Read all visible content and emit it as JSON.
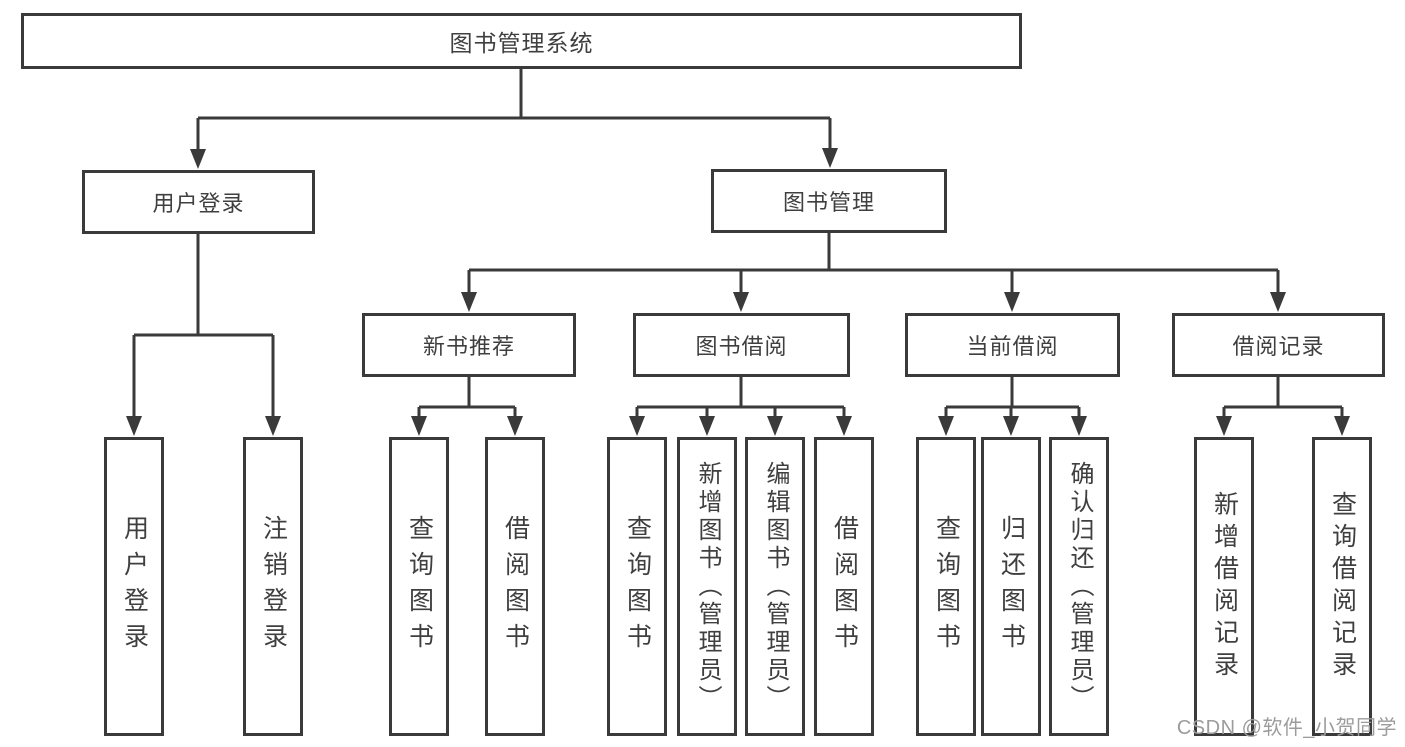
{
  "tree": {
    "label": "图书管理系统",
    "children": [
      {
        "label": "用户登录",
        "children": [
          {
            "label": "用户登录"
          },
          {
            "label": "注销登录"
          }
        ]
      },
      {
        "label": "图书管理",
        "children": [
          {
            "label": "新书推荐",
            "children": [
              {
                "label": "查询图书"
              },
              {
                "label": "借阅图书"
              }
            ]
          },
          {
            "label": "图书借阅",
            "children": [
              {
                "label": "查询图书"
              },
              {
                "label": "新增图书（管理员）"
              },
              {
                "label": "编辑图书（管理员）"
              },
              {
                "label": "借阅图书"
              }
            ]
          },
          {
            "label": "当前借阅",
            "children": [
              {
                "label": "查询图书"
              },
              {
                "label": "归还图书"
              },
              {
                "label": "确认归还（管理员）"
              }
            ]
          },
          {
            "label": "借阅记录",
            "children": [
              {
                "label": "新增借阅记录"
              },
              {
                "label": "查询借阅记录"
              }
            ]
          }
        ]
      }
    ]
  },
  "watermark": {
    "text": "CSDN @软件_小贺同学"
  },
  "colors": {
    "line": "#3a3a3a",
    "text": "#3f3f3f",
    "background": "#ffffff",
    "watermark": "#9c9c9c"
  }
}
